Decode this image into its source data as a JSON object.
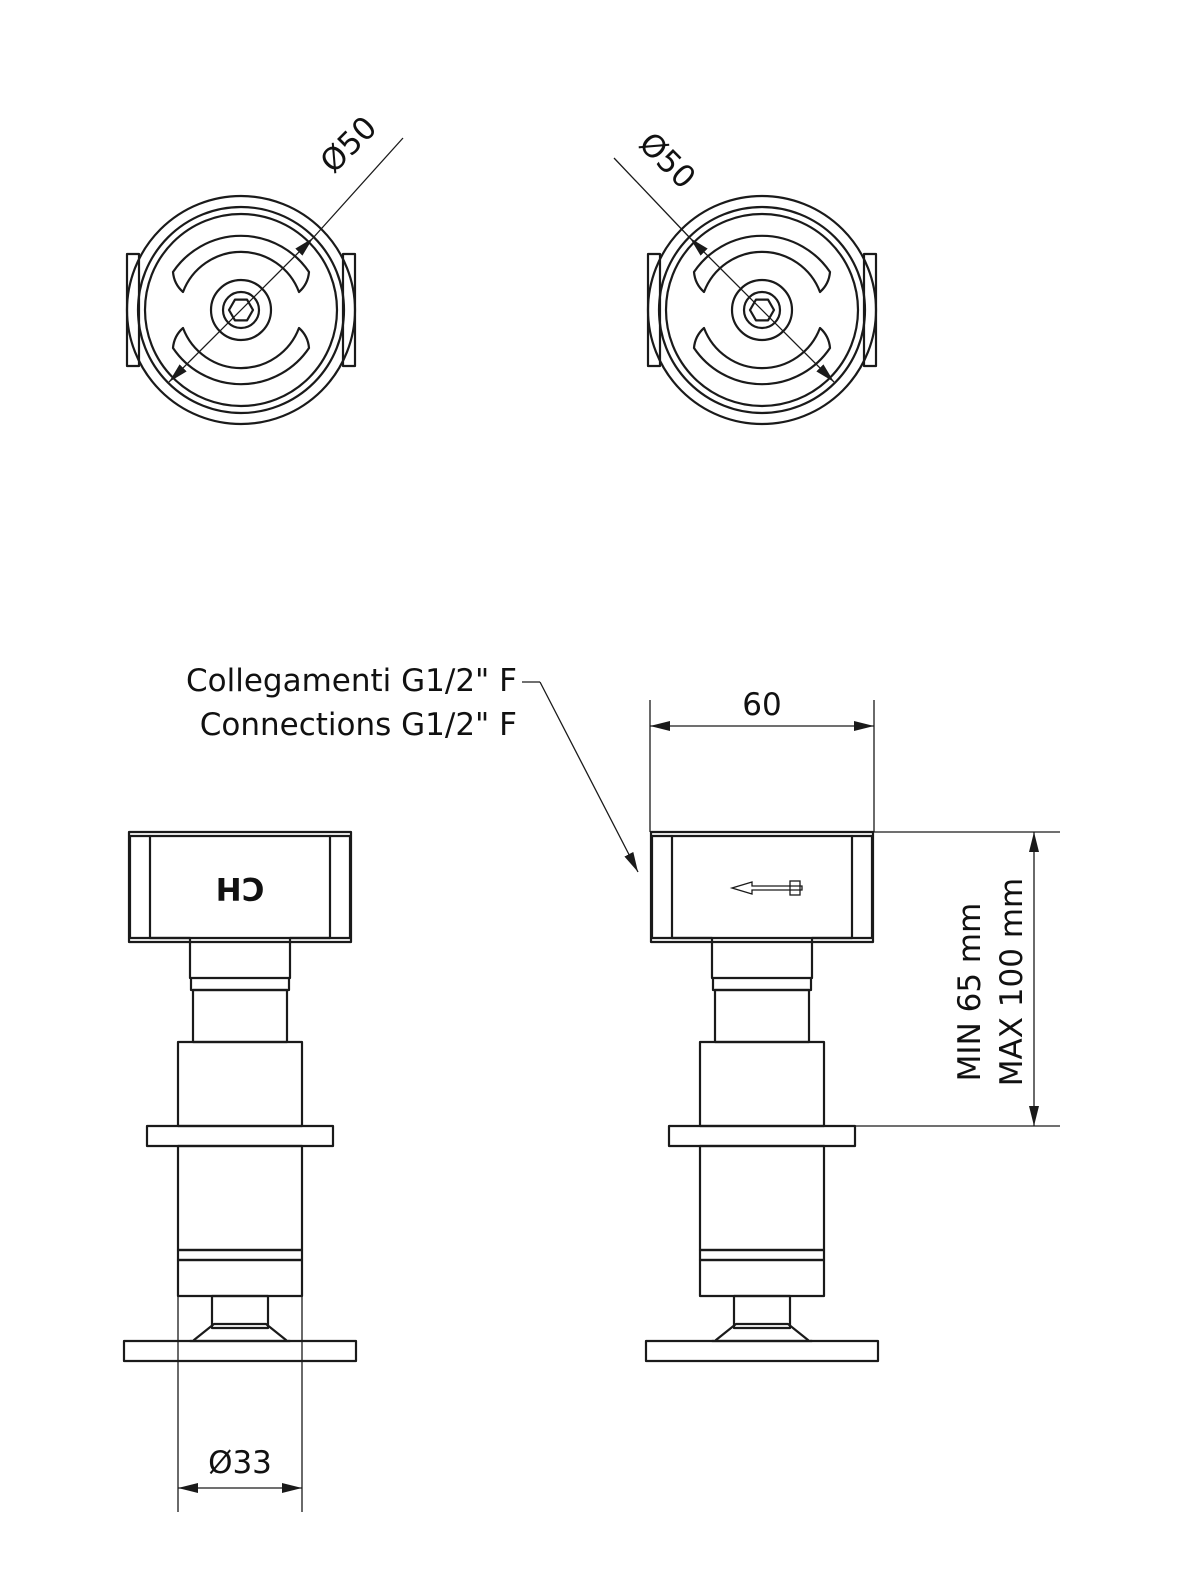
{
  "dimensions": {
    "top_left_diameter": "Ø50",
    "top_right_diameter": "Ø50",
    "width_label": "60",
    "bottom_diameter": "Ø33",
    "height_min": "MIN 65 mm",
    "height_max": "MAX 100 mm"
  },
  "callout": {
    "line1": "Collegamenti G1/2\" F",
    "line2": "Connections G1/2\" F"
  },
  "body_mark": "CH"
}
